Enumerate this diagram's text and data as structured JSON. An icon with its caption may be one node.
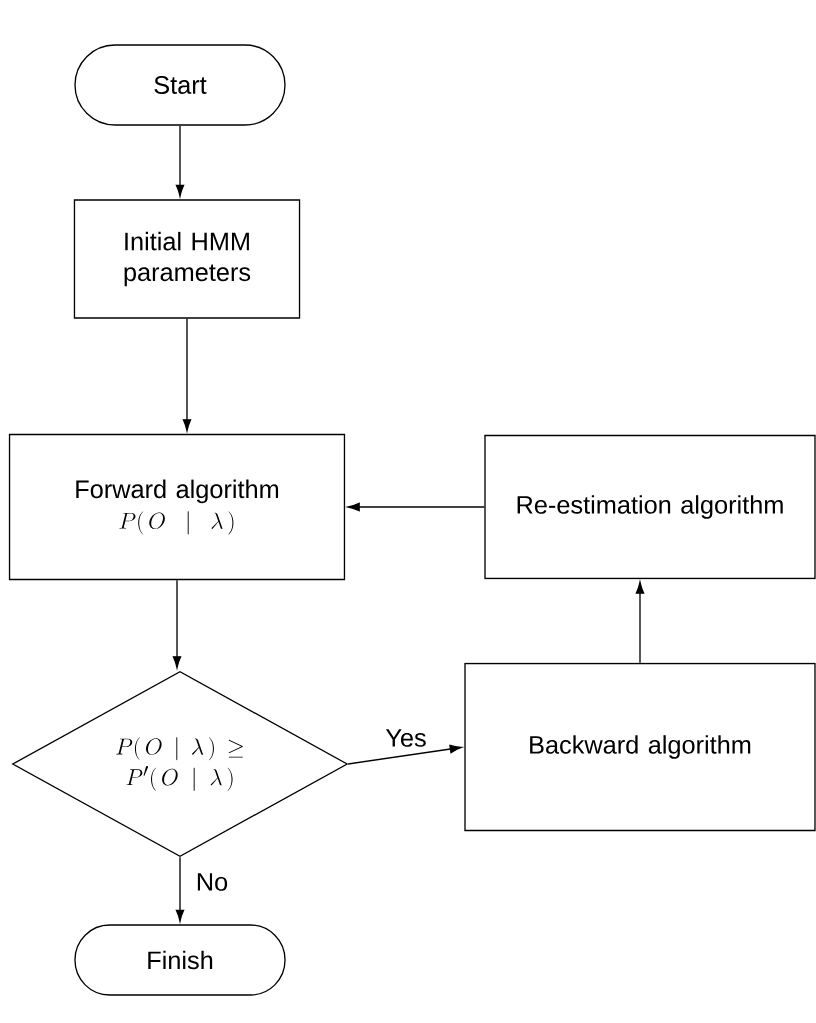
{
  "diagram": {
    "nodes": [
      {
        "text": [
          "Start"
        ]
      },
      {
        "text": [
          "Initial HMM parameters"
        ]
      },
      {
        "text": [
          "Forward algorithm",
          "P(\\,O \\mid \\lambda\\,)"
        ]
      },
      {
        "text": [
          "Re-estimation algorithm"
        ]
      },
      {
        "text": [
          "P(\\,O \\mid \\lambda\\,) \\geq P'(\\,O \\mid \\lambda\\,)"
        ]
      },
      {
        "text": [
          "Backward algorithm"
        ]
      },
      {
        "text": [
          "Finish"
        ]
      }
    ],
    "edges": [
      {
        "from": 0,
        "to": 1,
        "arrow": "to"
      },
      {
        "from": 1,
        "to": 2,
        "arrow": "to"
      },
      {
        "from": 2,
        "to": 4,
        "arrow": "to"
      },
      {
        "from": 4,
        "to": 5,
        "arrow": "to",
        "label": "Yes"
      },
      {
        "from": 5,
        "to": 3,
        "arrow": "to"
      },
      {
        "from": 3,
        "to": 2,
        "arrow": "to"
      },
      {
        "from": 4,
        "to": 6,
        "arrow": "to",
        "label": "No"
      }
    ]
  }
}
